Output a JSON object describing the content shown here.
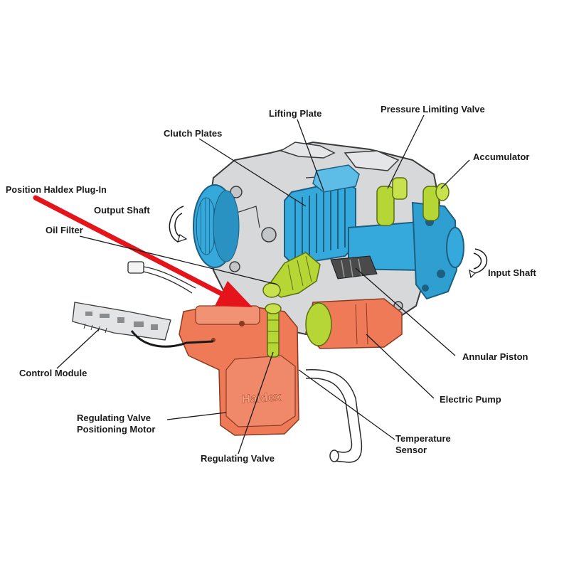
{
  "colors": {
    "housing_gray": "#d6d8da",
    "clutch_blue": "#36a9dc",
    "valve_green": "#b6d636",
    "motor_orange": "#ef7a58",
    "arrow_red": "#e5141b",
    "leader_black": "#1a1a1a"
  },
  "labels": {
    "position_plugin": "Position Haldex Plug-In",
    "lifting_plate": "Lifting Plate",
    "pressure_limiting_valve": "Pressure Limiting Valve",
    "clutch_plates": "Clutch Plates",
    "accumulator": "Accumulator",
    "output_shaft": "Output Shaft",
    "oil_filter": "Oil Filter",
    "input_shaft": "Input Shaft",
    "annular_piston": "Annular Piston",
    "control_module": "Control Module",
    "electric_pump": "Electric Pump",
    "regulating_valve_positioning_motor": [
      "Regulating Valve",
      "Positioning Motor"
    ],
    "temperature_sensor": [
      "Temperature",
      "Sensor"
    ],
    "regulating_valve": "Regulating Valve"
  },
  "logo_text": "Haldex"
}
